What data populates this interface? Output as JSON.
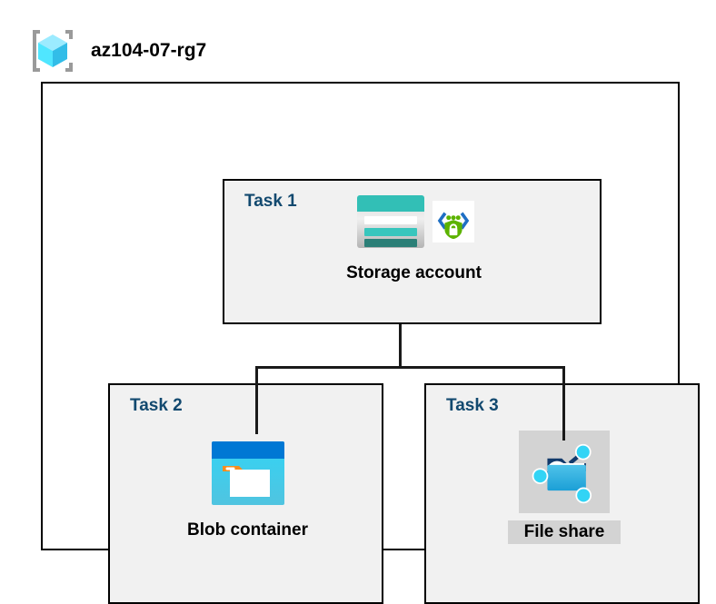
{
  "header": {
    "icon_name": "resource-group-icon",
    "title": "az104-07-rg7"
  },
  "container": {
    "name": "resource-group-container"
  },
  "tasks": [
    {
      "id": "task1",
      "label": "Task 1",
      "caption": "Storage account",
      "icons": [
        "storage-account-icon",
        "storage-security-shield-icon"
      ],
      "caption_shaded": false
    },
    {
      "id": "task2",
      "label": "Task 2",
      "caption": "Blob container",
      "icons": [
        "blob-container-icon"
      ],
      "caption_shaded": false
    },
    {
      "id": "task3",
      "label": "Task 3",
      "caption": "File share",
      "icons": [
        "file-share-icon"
      ],
      "caption_shaded": true
    }
  ],
  "connectors": [
    "storage-account-to-bus",
    "bus-horizontal",
    "bus-to-blob-container",
    "bus-to-file-share"
  ],
  "colors": {
    "task_label": "#12496f",
    "caption_text": "#000000",
    "task_box_fill": "#f1f1f1",
    "box_border": "#000000",
    "shade_block": "#d3d3d3",
    "storage_teal": "#32bfb6",
    "storage_teal_dark": "#2b7f77",
    "blob_blue": "#0078d4",
    "blob_cyan": "#32d4f5",
    "blob_orange": "#f78d1e",
    "shield_green": "#5cb300",
    "bracket_gray": "#9a9a9a",
    "cube_cyan": "#32d4f5"
  }
}
